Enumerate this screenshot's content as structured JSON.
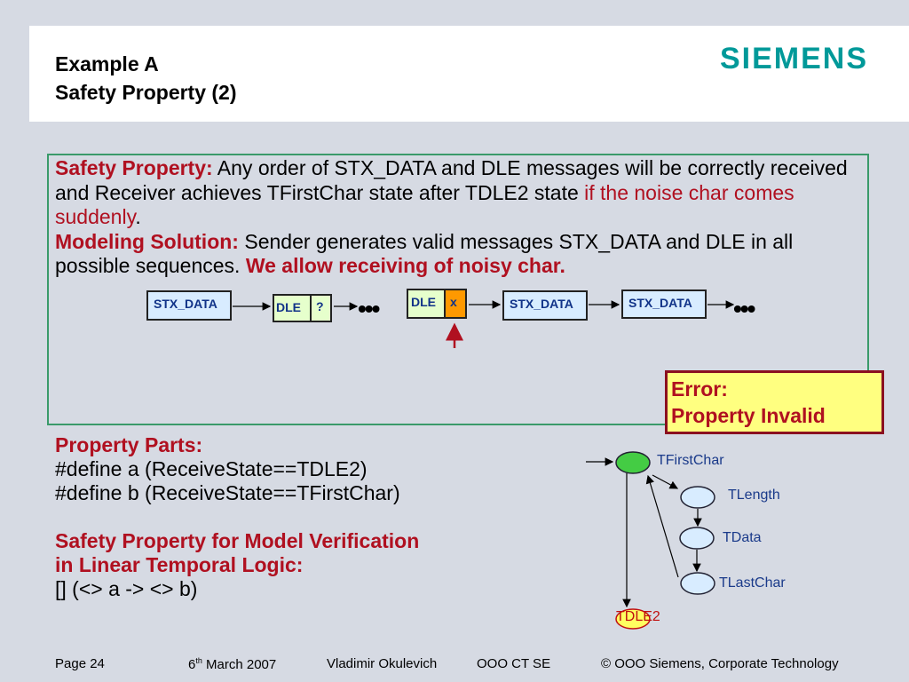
{
  "header": {
    "title_line1": "Example A",
    "title_line2": "Safety Property (2)",
    "logo_text": "SIEMENS"
  },
  "property": {
    "label1": "Safety Property:",
    "text1": " Any order of STX_DATA and DLE messages will be correctly received and Receiver achieves TFirstChar state after TDLE2 state ",
    "text1_red": "if the noise char comes suddenly",
    "text1_end": ".",
    "label2": "Modeling Solution:",
    "text2": " Sender generates valid messages STX_DATA and DLE in all possible sequences. ",
    "text2_red": "We allow receiving of noisy char."
  },
  "sequence": {
    "box1": "STX_DATA",
    "box2_left": "DLE",
    "box2_right": "?",
    "ellipsis1": "•••",
    "box3_left": "DLE",
    "box3_right": "x",
    "box4": "STX_DATA",
    "box5": "STX_DATA",
    "ellipsis2": "•••"
  },
  "error": {
    "line1": "Error:",
    "line2": "Property Invalid"
  },
  "parts": {
    "heading": "Property Parts:",
    "define_a": "#define a (ReceiveState==TDLE2)",
    "define_b": "#define b (ReceiveState==TFirstChar)",
    "ltl_heading1": "Safety Property for Model Verification",
    "ltl_heading2": "in Linear Temporal Logic:",
    "ltl_formula": "[] (<> a -> <> b)"
  },
  "states": {
    "s1": "TFirstChar",
    "s2": "TLength",
    "s3": "TData",
    "s4": "TLastChar",
    "s5": "TDLE2"
  },
  "footer": {
    "page": "Page 24",
    "date_day": "6",
    "date_sup": "th",
    "date_rest": " March 2007",
    "author": "Vladimir Okulevich",
    "org": "OOO CT SE",
    "copyright": "© OOO Siemens, Corporate Technology"
  },
  "colors": {
    "accent_red": "#b01020",
    "logo_teal": "#009999",
    "box_border_green": "#3a9a6a",
    "error_fill": "#ffff80",
    "state_fill_blue": "#d8ecff",
    "state_initial_green": "#44cc44",
    "state_error_yellow": "#ffff60"
  }
}
